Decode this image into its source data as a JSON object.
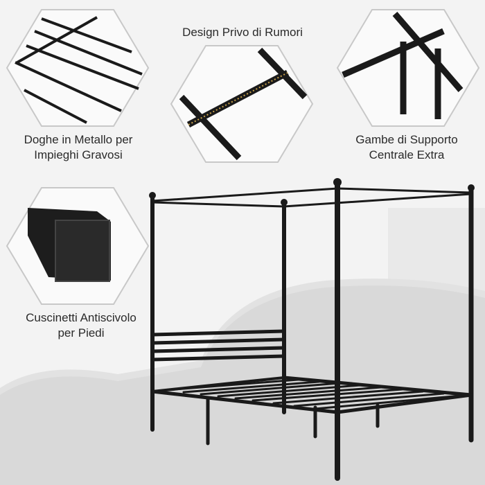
{
  "features": [
    {
      "label": "Design Privo di Rumori",
      "icon": "slat-rubber-strip-closeup"
    },
    {
      "label": "Doghe in Metallo per\nImpieghi Gravosi",
      "line1": "Doghe in Metallo per",
      "line2": "Impieghi Gravosi",
      "icon": "metal-slats-closeup"
    },
    {
      "label": "Gambe di Supporto Centrale Extra",
      "line1": "Gambe di Supporto",
      "line2": "Centrale Extra",
      "icon": "center-support-legs-closeup"
    },
    {
      "label": "Cuscinetti Antiscivolo per Piedi",
      "line1": "Cuscinetti Antiscivolo",
      "line2": "per Piedi",
      "icon": "non-slip-foot-pad-closeup"
    }
  ],
  "colors": {
    "frame": "#1a1a1a",
    "hex_border": "#c8c8c8",
    "background": "#f4f4f4",
    "accent_strip": "#c9a24a"
  }
}
